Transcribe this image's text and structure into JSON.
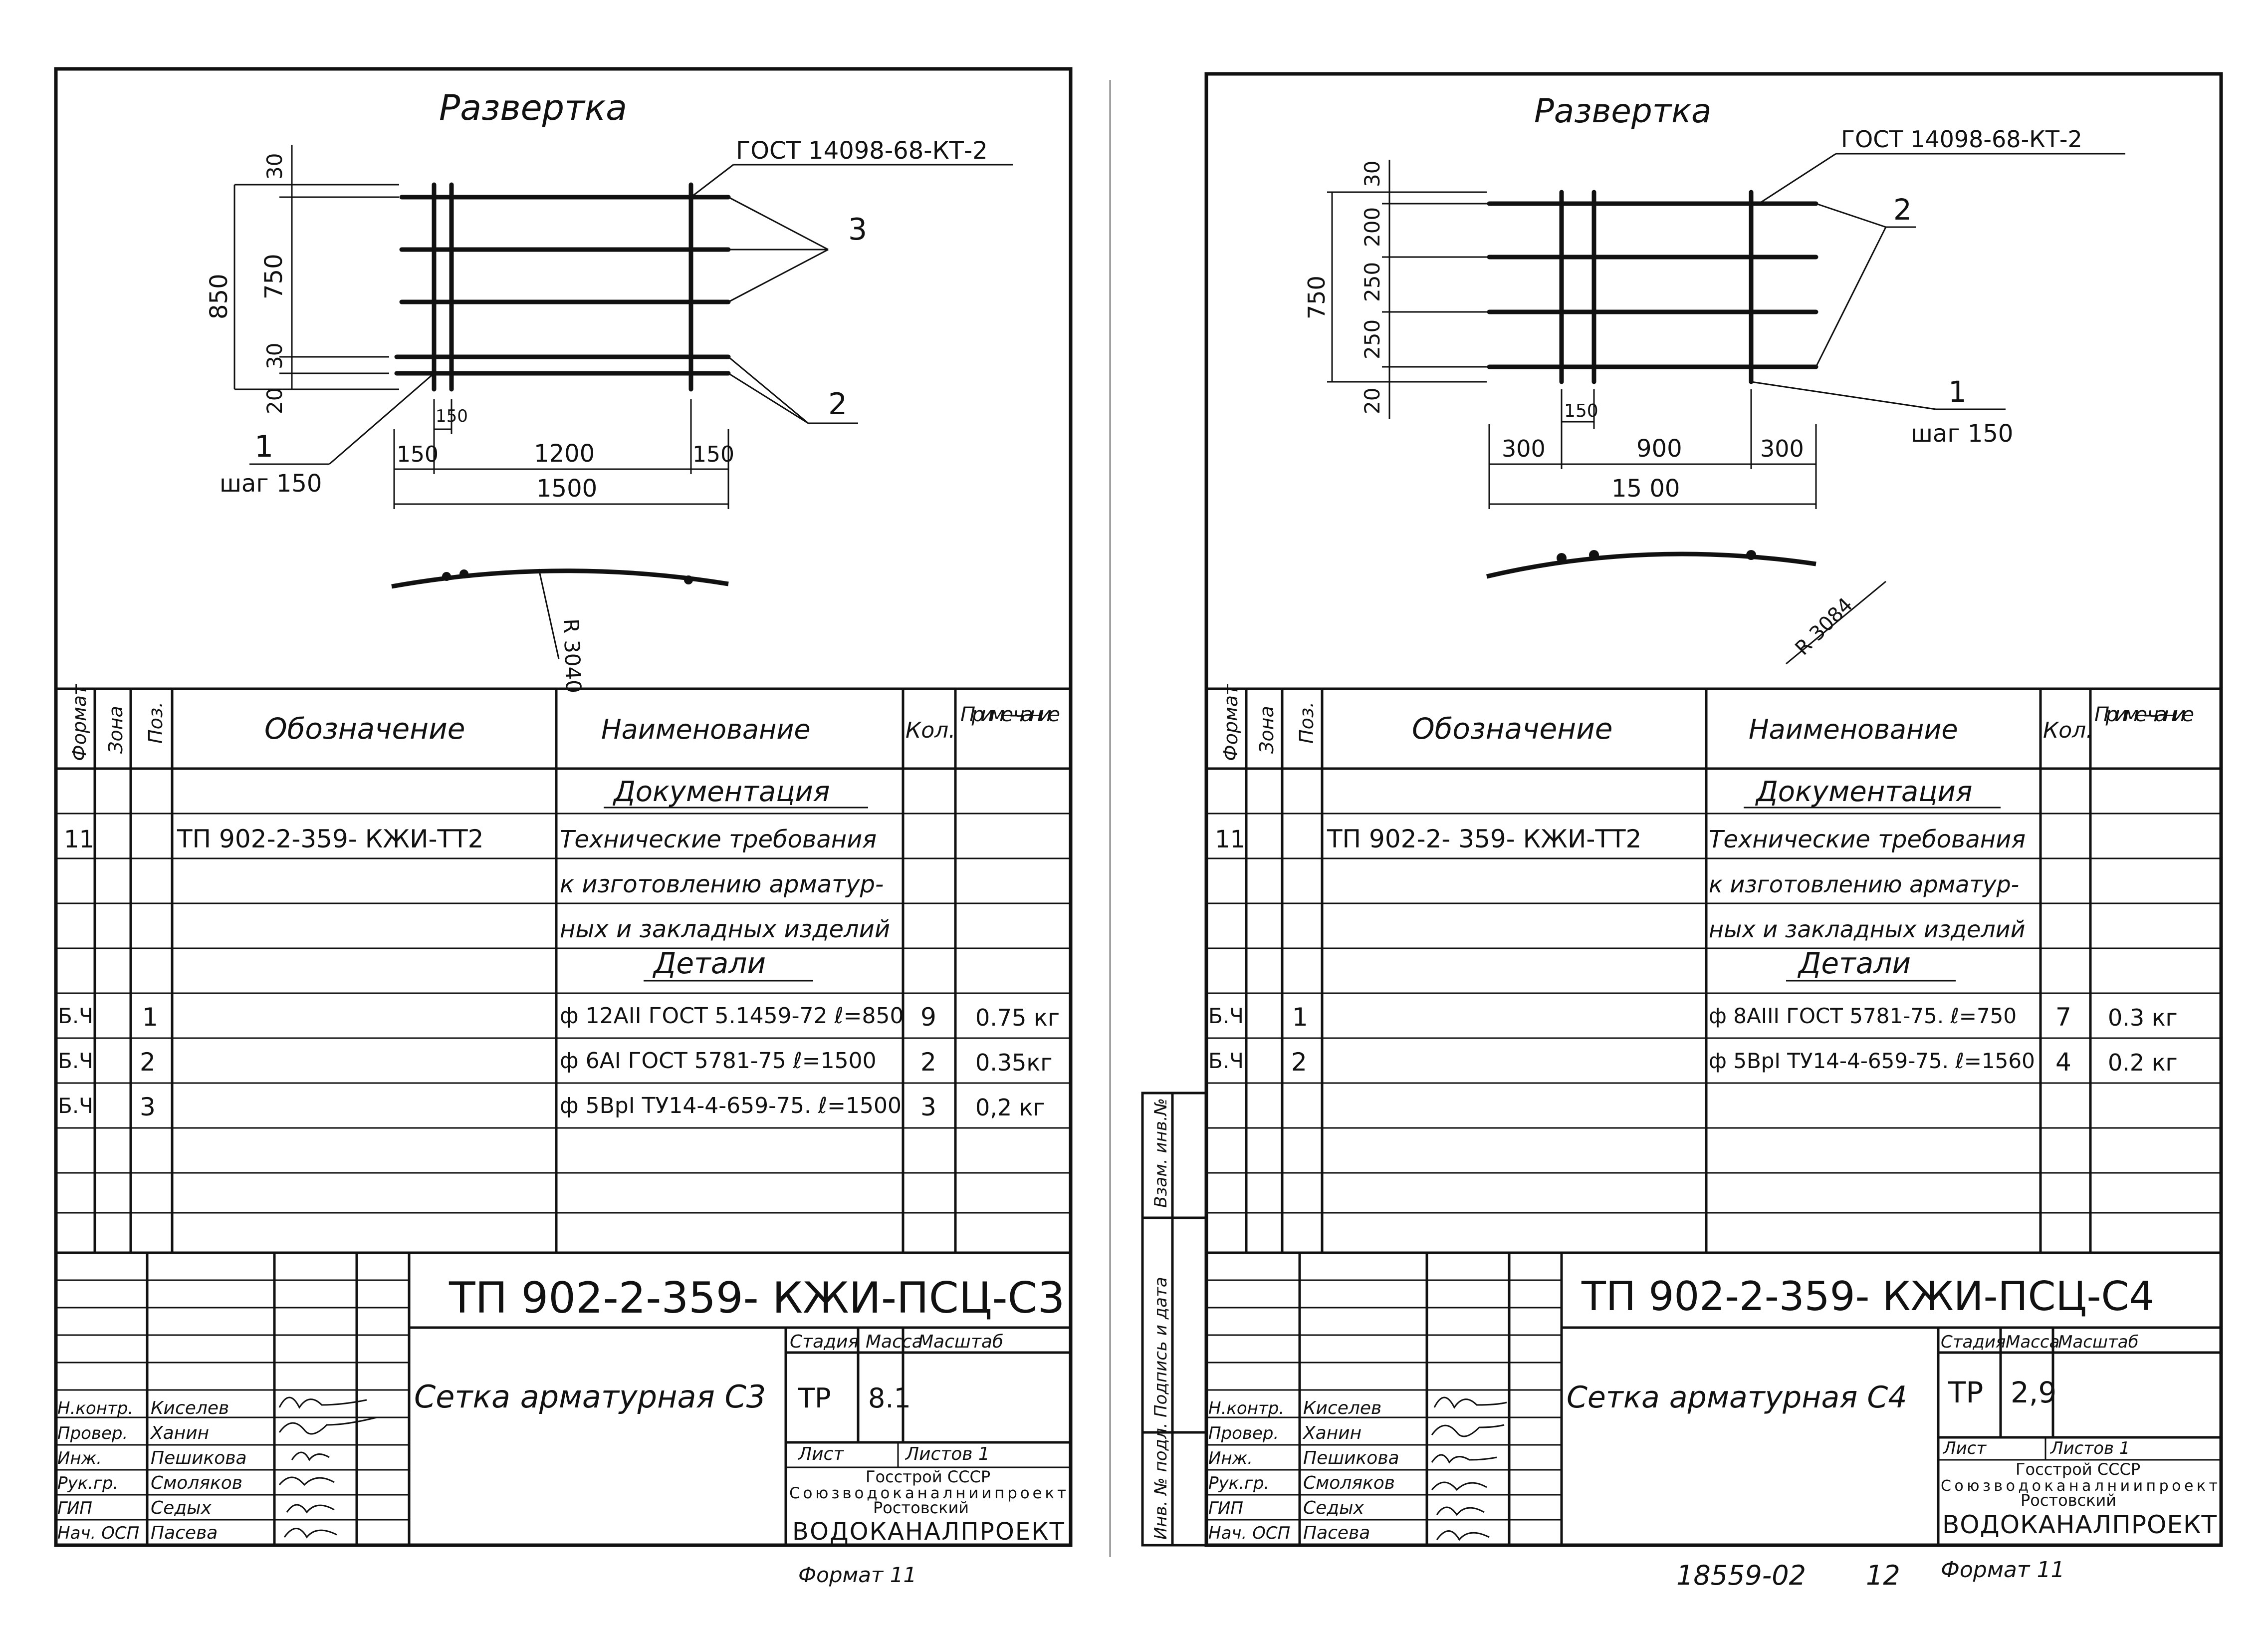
{
  "sheets": [
    {
      "drawing": {
        "title": "Развертка",
        "gost": "ГОСТ 14098-68-КТ-2",
        "pos": {
          "p1": "1",
          "p2": "2",
          "p3": "3"
        },
        "step": "шаг 150",
        "dims": {
          "d30a": "30",
          "d750": "750",
          "d850": "850",
          "d30b": "30",
          "d20": "20",
          "d150a": "150",
          "d150b": "150",
          "d1200": "1200",
          "d150c": "150",
          "d1500": "1500"
        },
        "radius": "R 3040"
      },
      "spec": {
        "headers": {
          "format": "Формат",
          "zone": "Зона",
          "pos": "Поз.",
          "designation": "Обозначение",
          "name": "Наименование",
          "qty": "Кол.",
          "note": "Приме-чание"
        },
        "sec_docs": "Документация",
        "doc_row": {
          "format": "11",
          "designation": "ТП 902-2-359- КЖИ-ТТ2",
          "name1": "Технические требования",
          "name2": "к изготовлению арматур-",
          "name3": "ных и закладных изделий"
        },
        "sec_parts": "Детали",
        "rows": [
          {
            "format": "Б.Ч",
            "pos": "1",
            "name": "ф 12АII ГОСТ 5.1459-72 ℓ=850",
            "qty": "9",
            "note": "0.75 кг"
          },
          {
            "format": "Б.Ч",
            "pos": "2",
            "name": "ф 6АI ГОСТ 5781-75 ℓ=1500",
            "qty": "2",
            "note": "0.35кг"
          },
          {
            "format": "Б.Ч",
            "pos": "3",
            "name": "ф 5ВрI ТУ14-4-659-75. ℓ=1500",
            "qty": "3",
            "note": "0,2 кг"
          }
        ]
      },
      "title_block": {
        "code": "ТП 902-2-359- КЖИ-ПСЦ-С3",
        "name": "Сетка арматурная С3",
        "stage_h": "Стадия",
        "mass_h": "Масса",
        "scale_h": "Масштаб",
        "stage": "ТР",
        "mass": "8.1",
        "sheet_h": "Лист",
        "sheets_h": "Листов 1",
        "org1": "Госстрой СССР",
        "org2": "Союзводоканалниипроект",
        "org3": "Ростовский",
        "org4": "ВОДОКАНАЛПРОЕКТ",
        "roles": [
          "Н.контр.",
          "Провер.",
          "Инж.",
          "Рук.гр.",
          "ГИП",
          "Нач. ОСП"
        ],
        "names": [
          "Киселев",
          "Ханин",
          "Пешикова",
          "Смоляков",
          "Седых",
          "Пасева"
        ]
      },
      "footer": {
        "format": "Формат 11"
      }
    },
    {
      "drawing": {
        "title": "Развертка",
        "gost": "ГОСТ 14098-68-КТ-2",
        "pos": {
          "p1": "1",
          "p2": "2"
        },
        "step": "шаг 150",
        "dims": {
          "d30": "30",
          "d200": "200",
          "d250a": "250",
          "d250b": "250",
          "d750": "750",
          "d20": "20",
          "d150": "150",
          "d300a": "300",
          "d900": "900",
          "d300b": "300",
          "d1500": "15 00"
        },
        "radius": "R 3084"
      },
      "spec": {
        "headers": {
          "format": "Формат",
          "zone": "Зона",
          "pos": "Поз.",
          "designation": "Обозначение",
          "name": "Наименование",
          "qty": "Кол.",
          "note": "Приме-чание"
        },
        "sec_docs": "Документация",
        "doc_row": {
          "format": "11",
          "designation": "ТП 902-2- 359- КЖИ-ТТ2",
          "name1": "Технические требования",
          "name2": "к изготовлению арматур-",
          "name3": "ных и закладных изделий"
        },
        "sec_parts": "Детали",
        "rows": [
          {
            "format": "Б.Ч",
            "pos": "1",
            "name": "ф 8АIII ГОСТ 5781-75. ℓ=750",
            "qty": "7",
            "note": "0.3 кг"
          },
          {
            "format": "Б.Ч",
            "pos": "2",
            "name": "ф 5ВрI ТУ14-4-659-75. ℓ=1560",
            "qty": "4",
            "note": "0.2 кг"
          }
        ]
      },
      "title_block": {
        "code": "ТП 902-2-359- КЖИ-ПСЦ-С4",
        "name": "Сетка арматурная С4",
        "stage_h": "Стадия",
        "mass_h": "Масса",
        "scale_h": "Масштаб",
        "stage": "ТР",
        "mass": "2,9",
        "sheet_h": "Лист",
        "sheets_h": "Листов 1",
        "org1": "Госстрой СССР",
        "org2": "Союзводоканалниипроект",
        "org3": "Ростовский",
        "org4": "ВОДОКАНАЛПРОЕКТ",
        "roles": [
          "Н.контр.",
          "Провер.",
          "Инж.",
          "Рук.гр.",
          "ГИП",
          "Нач. ОСП"
        ],
        "names": [
          "Киселев",
          "Ханин",
          "Пешикова",
          "Смоляков",
          "Седых",
          "Пасева"
        ]
      },
      "side_stamp": {
        "a": "Взам. инв.№",
        "b": "Подпись и дата",
        "c": "Инв. № подл."
      },
      "footer": {
        "number": "18559-02",
        "page": "12",
        "format": "Формат 11"
      }
    }
  ]
}
